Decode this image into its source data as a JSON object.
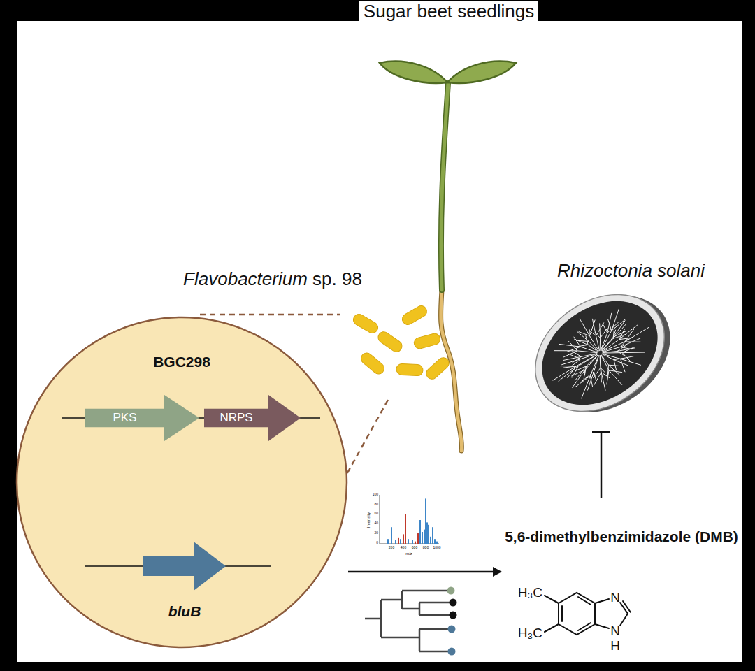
{
  "diagram": {
    "nodes": [
      {
        "text": [
          "BGC298"
        ]
      },
      {
        "text": [
          "PKS"
        ],
        "in": 0
      },
      {
        "text": [
          "NRPS"
        ],
        "in": 0
      },
      {
        "text": [
          "bluB"
        ],
        "in": 0
      },
      {
        "text": [
          "5,6-dimethylbenzimidazole (DMB)"
        ]
      },
      {
        "text": [
          "Rhizoctonia solani"
        ]
      }
    ],
    "edges": [
      {
        "from": 1,
        "to": 3,
        "arrow": "to"
      },
      {
        "from": 0,
        "to": 4,
        "arrow": "to"
      },
      {
        "from": 4,
        "to": 5,
        "arrow": "to"
      }
    ],
    "labels": [
      "Sugar beet seedlings",
      "Flavobacterium sp. 98",
      "Intensity",
      "100",
      "80",
      "60",
      "40",
      "20",
      "0",
      "200",
      "400",
      "600",
      "800",
      "1000",
      "m/z",
      "H₃C",
      "H₃C",
      "N",
      "N",
      "H"
    ]
  }
}
